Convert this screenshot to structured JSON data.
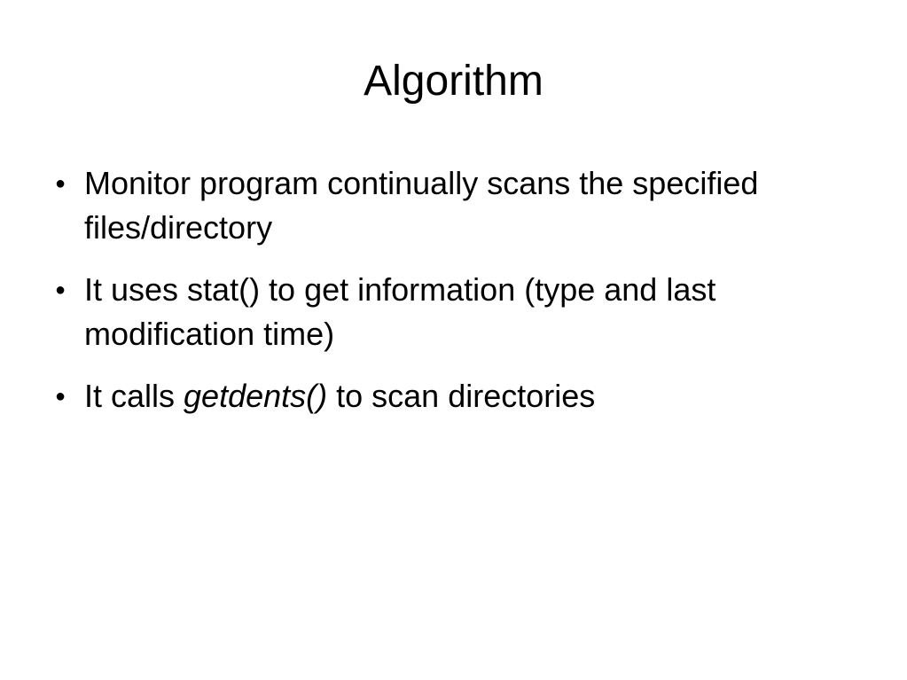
{
  "slide": {
    "title": "Algorithm",
    "bullets": [
      {
        "text": "Monitor program continually scans the specified files/directory"
      },
      {
        "text": "It uses stat() to get information (type and last modification time)"
      },
      {
        "before": "It calls ",
        "italic": "getdents()",
        "after": " to scan directories"
      }
    ],
    "bullet_glyph": "●"
  }
}
